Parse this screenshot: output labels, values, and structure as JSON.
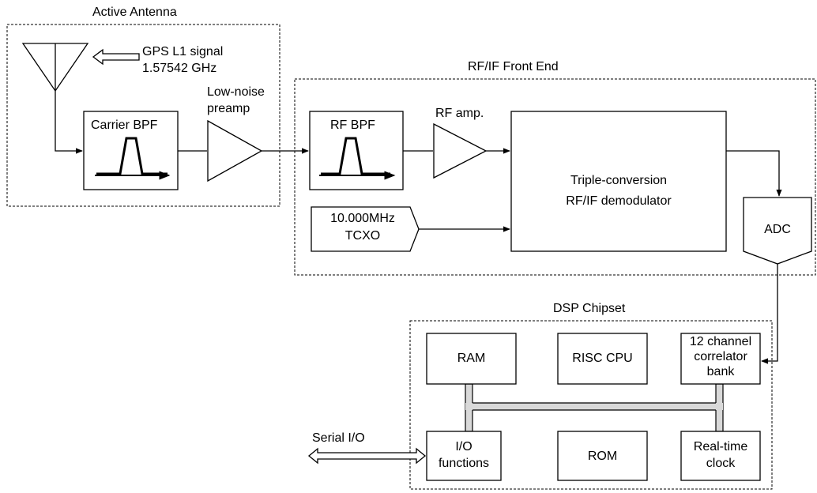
{
  "groups": {
    "active_antenna": "Active Antenna",
    "rf_if_front_end": "RF/IF Front End",
    "dsp_chipset": "DSP Chipset"
  },
  "signal": {
    "line1": "GPS L1 signal",
    "line2": "1.57542 GHz"
  },
  "blocks": {
    "carrier_bpf": "Carrier BPF",
    "lna_line1": "Low-noise",
    "lna_line2": "preamp",
    "rf_bpf": "RF BPF",
    "rf_amp": "RF amp.",
    "demod_line1": "Triple-conversion",
    "demod_line2": "RF/IF demodulator",
    "tcxo_line1": "10.000MHz",
    "tcxo_line2": "TCXO",
    "adc": "ADC",
    "ram": "RAM",
    "risc_cpu": "RISC CPU",
    "correlator_line1": "12 channel",
    "correlator_line2": "correlator",
    "correlator_line3": "bank",
    "io_line1": "I/O",
    "io_line2": "functions",
    "rom": "ROM",
    "rtc_line1": "Real-time",
    "rtc_line2": "clock",
    "serial_io": "Serial I/O"
  },
  "colors": {
    "stroke": "#000000",
    "bus_fill": "#d9d9d9",
    "background": "#ffffff"
  }
}
